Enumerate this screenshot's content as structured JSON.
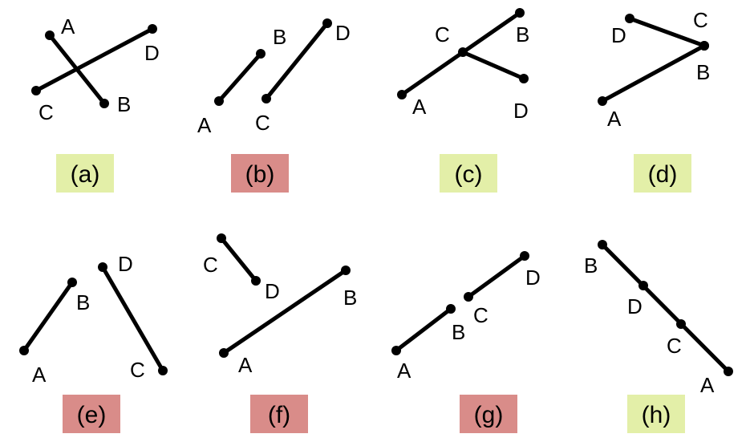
{
  "colors": {
    "intersect_bg": "#e3efa8",
    "no_intersect_bg": "#d98c89",
    "line": "#000000"
  },
  "panels": [
    {
      "key": "a",
      "caption": "(a)",
      "intersects": true,
      "points": [
        "A",
        "B",
        "C",
        "D"
      ]
    },
    {
      "key": "b",
      "caption": "(b)",
      "intersects": false,
      "points": [
        "A",
        "B",
        "C",
        "D"
      ]
    },
    {
      "key": "c",
      "caption": "(c)",
      "intersects": true,
      "points": [
        "A",
        "B",
        "C",
        "D"
      ]
    },
    {
      "key": "d",
      "caption": "(d)",
      "intersects": true,
      "points": [
        "A",
        "B",
        "C",
        "D"
      ]
    },
    {
      "key": "e",
      "caption": "(e)",
      "intersects": false,
      "points": [
        "A",
        "B",
        "C",
        "D"
      ]
    },
    {
      "key": "f",
      "caption": "(f)",
      "intersects": false,
      "points": [
        "A",
        "B",
        "C",
        "D"
      ]
    },
    {
      "key": "g",
      "caption": "(g)",
      "intersects": false,
      "points": [
        "A",
        "B",
        "C",
        "D"
      ]
    },
    {
      "key": "h",
      "caption": "(h)",
      "intersects": true,
      "points": [
        "A",
        "B",
        "C",
        "D"
      ]
    }
  ]
}
